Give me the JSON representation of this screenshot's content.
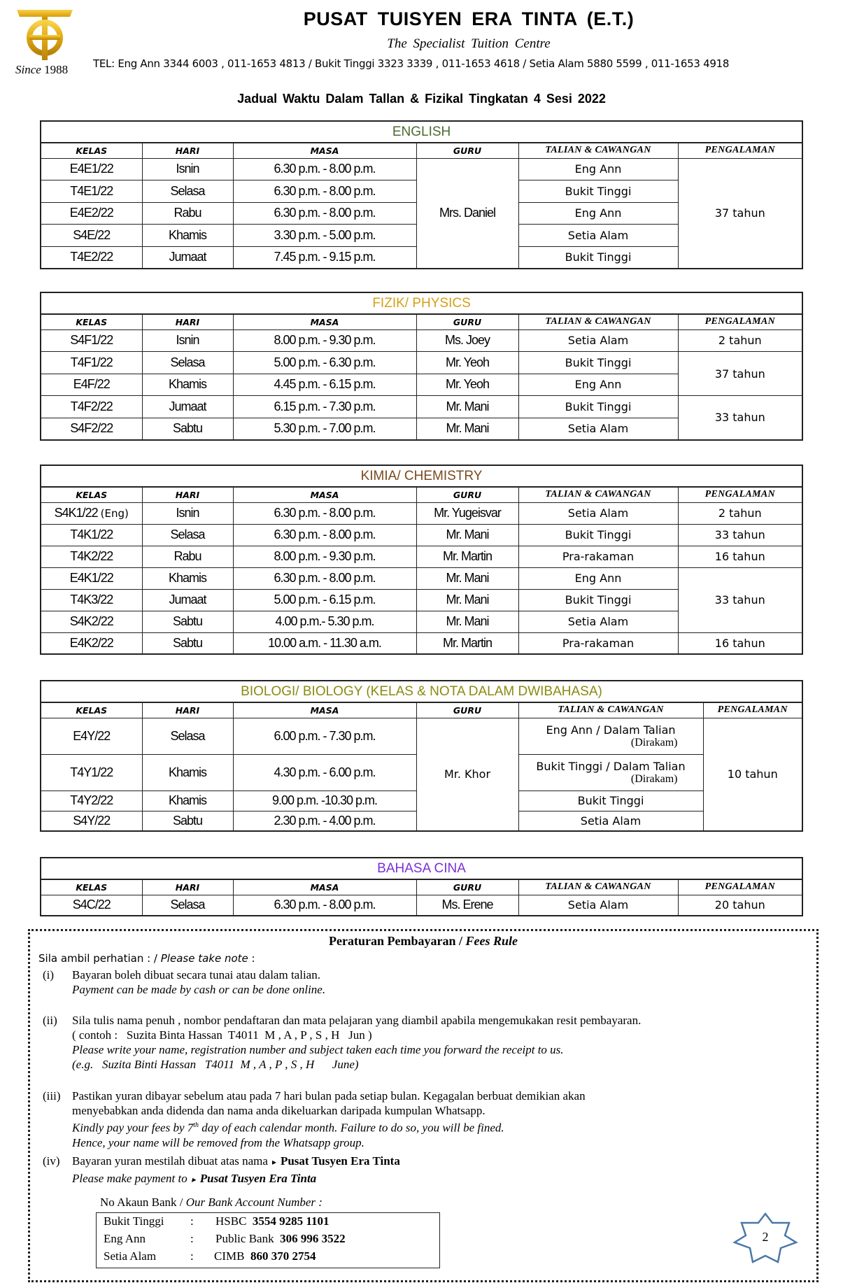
{
  "header": {
    "logo_icon": "et-gold-monogram-logo",
    "since_label": "Since",
    "since_year": "1988",
    "org_name": "PUSAT  TUISYEN  ERA  TINTA (E.T.)",
    "tagline": "The  Specialist  Tuition  Centre",
    "tel_line": "TEL: Eng Ann  3344 6003 , 011-1653 4813 / Bukit Tinggi 3323 3339 , 011-1653 4618 /  Setia Alam 5880 5599 , 011-1653 4918",
    "doc_title": "Jadual  Waktu Dalam Tallan & Fizikal  Tingkatan 4 Sesi 2022"
  },
  "columns": [
    "KELAS",
    "HARI",
    "MASA",
    "GURU",
    "TALIAN & CAWANGAN",
    "PENGALAMAN"
  ],
  "subjects": {
    "english": {
      "title": "ENGLISH",
      "color": "#4a6b2e",
      "guru": "Mrs. Daniel",
      "pengalaman": "37 tahun",
      "rows": [
        {
          "kelas": "E4E1/22",
          "hari": "Isnin",
          "masa": "6.30 p.m. - 8.00 p.m.",
          "cawangan": "Eng Ann"
        },
        {
          "kelas": "T4E1/22",
          "hari": "Selasa",
          "masa": "6.30 p.m. - 8.00 p.m.",
          "cawangan": "Bukit Tinggi"
        },
        {
          "kelas": "E4E2/22",
          "hari": "Rabu",
          "masa": "6.30 p.m. - 8.00 p.m.",
          "cawangan": "Eng Ann"
        },
        {
          "kelas": "S4E/22",
          "hari": "Khamis",
          "masa": "3.30 p.m. - 5.00 p.m.",
          "cawangan": "Setia Alam"
        },
        {
          "kelas": "T4E2/22",
          "hari": "Jumaat",
          "masa": "7.45 p.m. - 9.15 p.m.",
          "cawangan": "Bukit Tinggi"
        }
      ]
    },
    "fizik": {
      "title": "FIZIK/ PHYSICS",
      "color": "#d4a017",
      "rows": [
        {
          "kelas": "S4F1/22",
          "hari": "Isnin",
          "masa": "8.00 p.m. - 9.30 p.m.",
          "guru": "Ms. Joey",
          "cawangan": "Setia Alam",
          "pengalaman": "2 tahun"
        },
        {
          "kelas": "T4F1/22",
          "hari": "Selasa",
          "masa": "5.00 p.m. - 6.30 p.m.",
          "guru": "Mr. Yeoh",
          "cawangan": "Bukit Tinggi",
          "pengalaman": "37 tahun"
        },
        {
          "kelas": "E4F/22",
          "hari": "Khamis",
          "masa": "4.45 p.m. - 6.15 p.m.",
          "guru": "Mr. Yeoh",
          "cawangan": "Eng Ann"
        },
        {
          "kelas": "T4F2/22",
          "hari": "Jumaat",
          "masa": "6.15 p.m. - 7.30 p.m.",
          "guru": "Mr. Mani",
          "cawangan": "Bukit Tinggi",
          "pengalaman": "33 tahun"
        },
        {
          "kelas": "S4F2/22",
          "hari": "Sabtu",
          "masa": "5.30 p.m. - 7.00 p.m.",
          "guru": "Mr. Mani",
          "cawangan": "Setia Alam"
        }
      ]
    },
    "kimia": {
      "title": "KIMIA/ CHEMISTRY",
      "color": "#7a4a1e",
      "rows": [
        {
          "kelas": "S4K1/22",
          "kelas_note": "(Eng)",
          "hari": "Isnin",
          "masa": "6.30 p.m. - 8.00 p.m.",
          "guru": "Mr. Yugeisvar",
          "cawangan": "Setia Alam",
          "pengalaman": "2 tahun"
        },
        {
          "kelas": "T4K1/22",
          "hari": "Selasa",
          "masa": "6.30 p.m. - 8.00 p.m.",
          "guru": "Mr. Mani",
          "cawangan": "Bukit Tinggi",
          "pengalaman": "33 tahun"
        },
        {
          "kelas": "T4K2/22",
          "hari": "Rabu",
          "masa": "8.00 p.m. - 9.30 p.m.",
          "guru": "Mr. Martin",
          "cawangan": "Pra-rakaman",
          "pengalaman": "16 tahun"
        },
        {
          "kelas": "E4K1/22",
          "hari": "Khamis",
          "masa": "6.30 p.m. - 8.00 p.m.",
          "guru": "Mr. Mani",
          "cawangan": "Eng Ann",
          "pengalaman": "33 tahun"
        },
        {
          "kelas": "T4K3/22",
          "hari": "Jumaat",
          "masa": "5.00 p.m. - 6.15 p.m.",
          "guru": "Mr. Mani",
          "cawangan": "Bukit Tinggi"
        },
        {
          "kelas": "S4K2/22",
          "hari": "Sabtu",
          "masa": "4.00 p.m.- 5.30 p.m.",
          "guru": "Mr. Mani",
          "cawangan": "Setia Alam"
        },
        {
          "kelas": "E4K2/22",
          "hari": "Sabtu",
          "masa": "10.00 a.m. - 11.30 a.m.",
          "guru": "Mr. Martin",
          "cawangan": "Pra-rakaman",
          "pengalaman": "16 tahun"
        }
      ]
    },
    "biologi": {
      "title": "BIOLOGI/ BIOLOGY (KELAS & NOTA DALAM DWIBAHASA)",
      "color": "#8a8a10",
      "guru": "Mr. Khor",
      "pengalaman": "10 tahun",
      "rows": [
        {
          "kelas": "E4Y/22",
          "hari": "Selasa",
          "masa": "6.00 p.m. - 7.30 p.m.",
          "cawangan": "Eng Ann / Dalam Talian",
          "cawangan_note": "(Dirakam)"
        },
        {
          "kelas": "T4Y1/22",
          "hari": "Khamis",
          "masa": "4.30 p.m. - 6.00 p.m.",
          "cawangan": "Bukit Tinggi / Dalam Talian",
          "cawangan_note": "(Dirakam)"
        },
        {
          "kelas": "T4Y2/22",
          "hari": "Khamis",
          "masa": "9.00 p.m. -10.30 p.m.",
          "cawangan": "Bukit Tinggi"
        },
        {
          "kelas": "S4Y/22",
          "hari": "Sabtu",
          "masa": "2.30 p.m. - 4.00 p.m.",
          "cawangan": "Setia Alam"
        }
      ]
    },
    "cina": {
      "title": "BAHASA CINA",
      "color": "#7b2fd6",
      "rows": [
        {
          "kelas": "S4C/22",
          "hari": "Selasa",
          "masa": "6.30 p.m. - 8.00 p.m.",
          "guru": "Ms. Erene",
          "cawangan": "Setia Alam",
          "pengalaman": "20 tahun"
        }
      ]
    }
  },
  "fees": {
    "title_ms": "Peraturan Pembayaran",
    "title_sep": " / ",
    "title_en": "Fees Rule",
    "note_ms": "Sila ambil perhatian :  / ",
    "note_en": "Please take note",
    "note_colon": " :",
    "rules": [
      {
        "num": "(i)",
        "ms": "Bayaran boleh dibuat secara tunai atau dalam talian.",
        "en": "Payment can be made by cash or can be done online."
      },
      {
        "num": "(ii)",
        "ms": "Sila tulis nama penuh , nombor pendaftaran dan mata pelajaran yang diambil apabila mengemukakan resit pembayaran.",
        "ms_example": "( contoh :   Suzita Binta Hassan  T4011  M , A , P , S , H   Jun )",
        "en": "Please write your name, registration number and subject taken each time you forward the receipt to us.",
        "en_example": "(e.g.   Suzita Binti Hassan   T4011  M , A , P , S , H      June)"
      },
      {
        "num": "(iii)",
        "ms_line1": "Pastikan yuran dibayar sebelum atau pada 7 hari bulan pada setiap bulan. Kegagalan berbuat demikian akan",
        "ms_line2": "menyebabkan anda didenda dan nama anda dikeluarkan daripada kumpulan Whatsapp.",
        "en_pre": "Kindly pay your fees by 7",
        "en_sup": "th",
        "en_post": " day of each calendar month. Failure to do so, you will be fined.",
        "en_line2": "Hence, your name will be removed from the Whatsapp group."
      },
      {
        "num": "(iv)",
        "ms": "Bayaran yuran mestilah dibuat atas nama",
        "ms_payee": "Pusat Tusyen Era Tinta",
        "en": "Please make payment to",
        "en_payee": "Pusat Tusyen Era Tinta",
        "arrow_icon": "▸"
      }
    ],
    "bank_label_ms": "No Akaun Bank  /  ",
    "bank_label_en": "Our Bank Account Number :",
    "banks": [
      {
        "branch": "Bukit Tinggi",
        "colon": ":",
        "bank": "HSBC",
        "account": "3554 9285 1101"
      },
      {
        "branch": "Eng Ann",
        "colon": ":",
        "bank": "Public Bank",
        "account": "306 996 3522"
      },
      {
        "branch": "Setia Alam",
        "colon": ":",
        "bank": "CIMB",
        "account": "860 370 2754"
      }
    ]
  },
  "page_number": "2"
}
